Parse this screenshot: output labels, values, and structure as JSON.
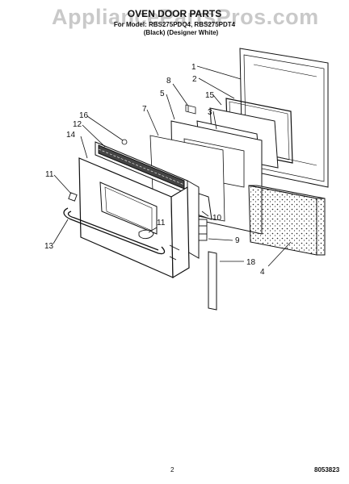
{
  "header": {
    "watermark": "AppliancePartsPros.com",
    "title": "OVEN DOOR PARTS",
    "subtitle_line1": "For Model: RBS275PDQ4, RBS275PDT4",
    "subtitle_line2": "(Black) (Designer White)"
  },
  "callouts": [
    "1",
    "2",
    "15",
    "8",
    "5",
    "3",
    "7",
    "16",
    "12",
    "14",
    "11",
    "13",
    "10",
    "11",
    "9",
    "4",
    "18"
  ],
  "footer": {
    "page_number": "2",
    "document_number": "8053823"
  },
  "colors": {
    "line": "#111111",
    "insulation_dots": "#222222",
    "watermark": "#c9c9c9"
  }
}
